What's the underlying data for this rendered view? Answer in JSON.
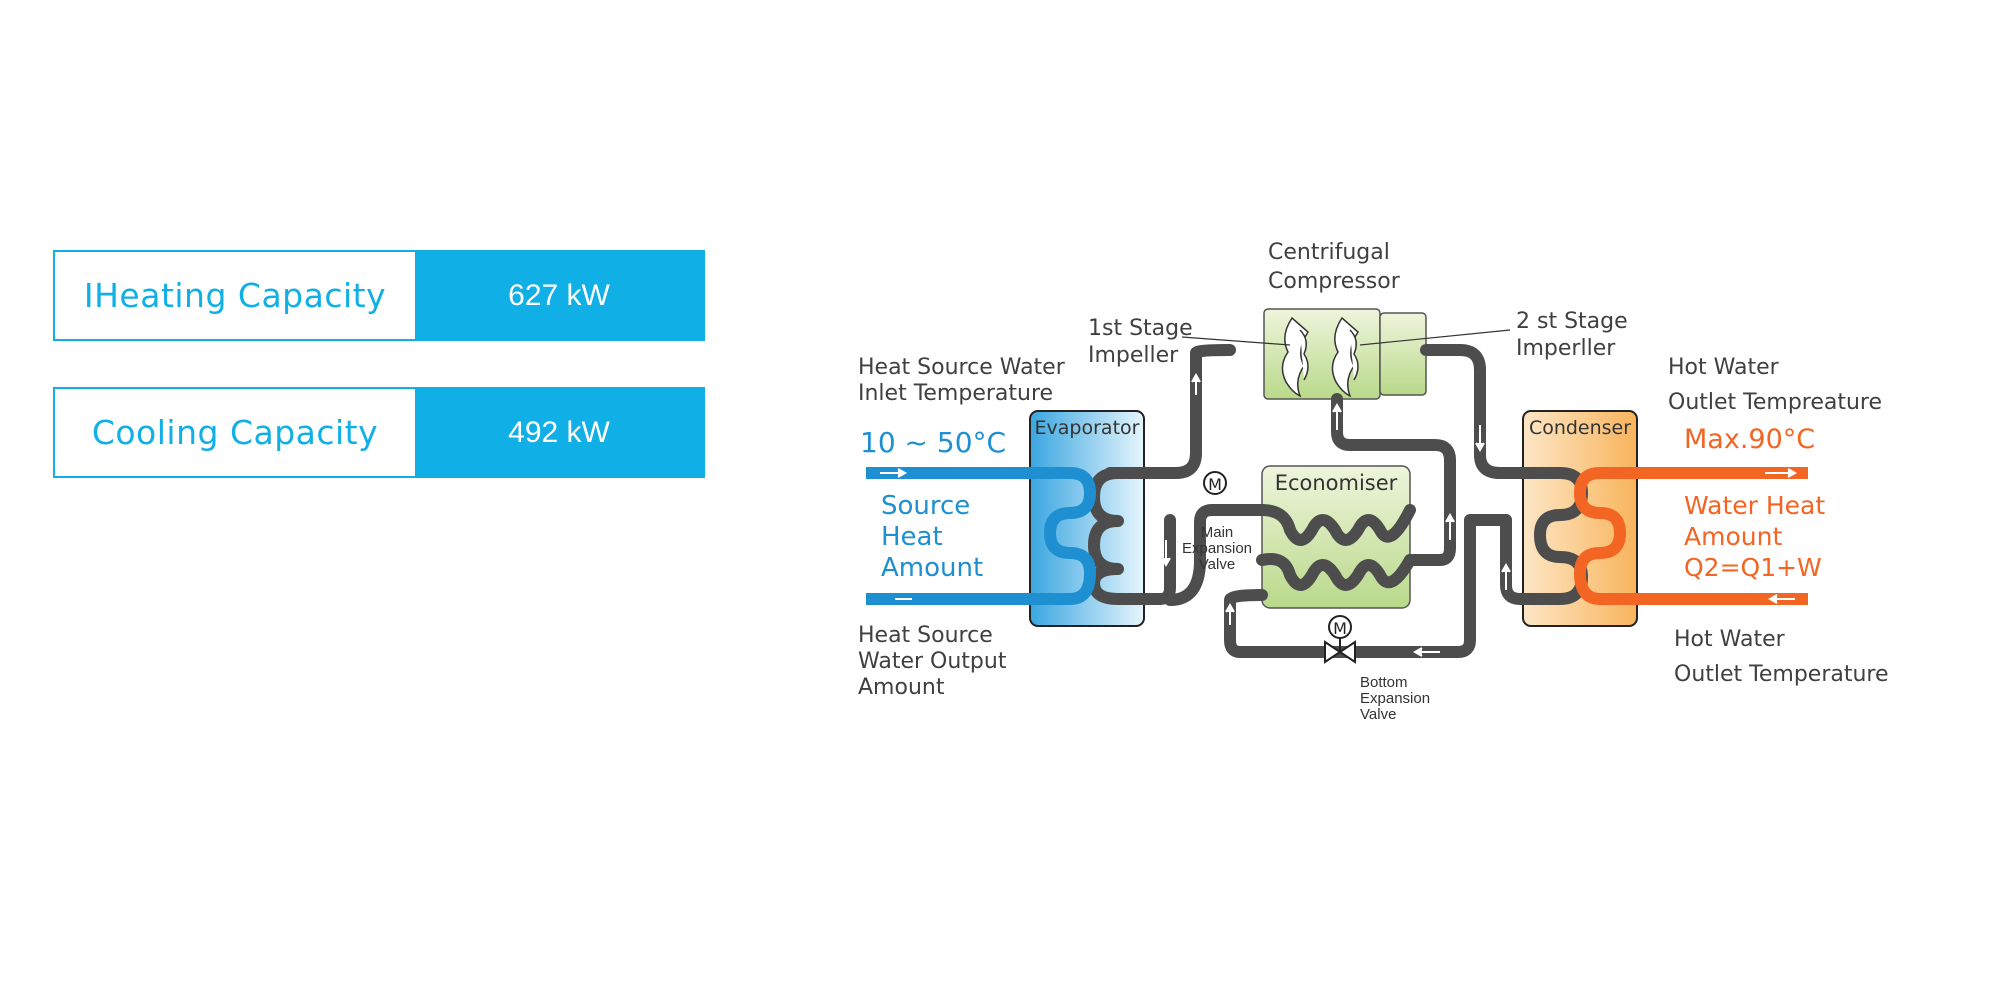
{
  "capacity": {
    "heating": {
      "label": "IHeating Capacity",
      "value": "627 kW"
    },
    "cooling": {
      "label": "Cooling Capacity",
      "value": "492 kW"
    }
  },
  "diagram": {
    "compressor": {
      "line1": "Centrifugal",
      "line2": "Compressor"
    },
    "impeller1": {
      "line1": "1st Stage",
      "line2": "Impeller"
    },
    "impeller2": {
      "line1": "2 st Stage",
      "line2": "Imperller"
    },
    "evaporator": "Evaporator",
    "economiser": "Economiser",
    "condenser": "Condenser",
    "main_valve": {
      "line1": "Main",
      "line2": "Expansion",
      "line3": "Valve"
    },
    "bottom_valve": {
      "line1": "Bottom",
      "line2": "Expansion",
      "line3": "Valve"
    },
    "motor_symbol": "M",
    "source_inlet": {
      "line1": "Heat Source Water",
      "line2": "Inlet Temperature"
    },
    "source_temp": "10 ~ 50°C",
    "source_heat": {
      "line1": "Source",
      "line2": "Heat",
      "line3": "Amount"
    },
    "source_output": {
      "line1": "Heat Source",
      "line2": "Water Output",
      "line3": "Amount"
    },
    "hot_outlet_top": {
      "line1": "Hot Water",
      "line2": "Outlet Tempreature"
    },
    "hot_max": "Max.90°C",
    "water_heat": {
      "line1": "Water Heat",
      "line2": "Amount",
      "line3": "Q2=Q1+W"
    },
    "hot_outlet_bottom": {
      "line1": "Hot Water",
      "line2": "Outlet Temperature"
    },
    "colors": {
      "blue": "#1e8fd0",
      "orange": "#f26522",
      "pipe": "#4d4d4d",
      "label_blue": "#10b0e6"
    }
  }
}
